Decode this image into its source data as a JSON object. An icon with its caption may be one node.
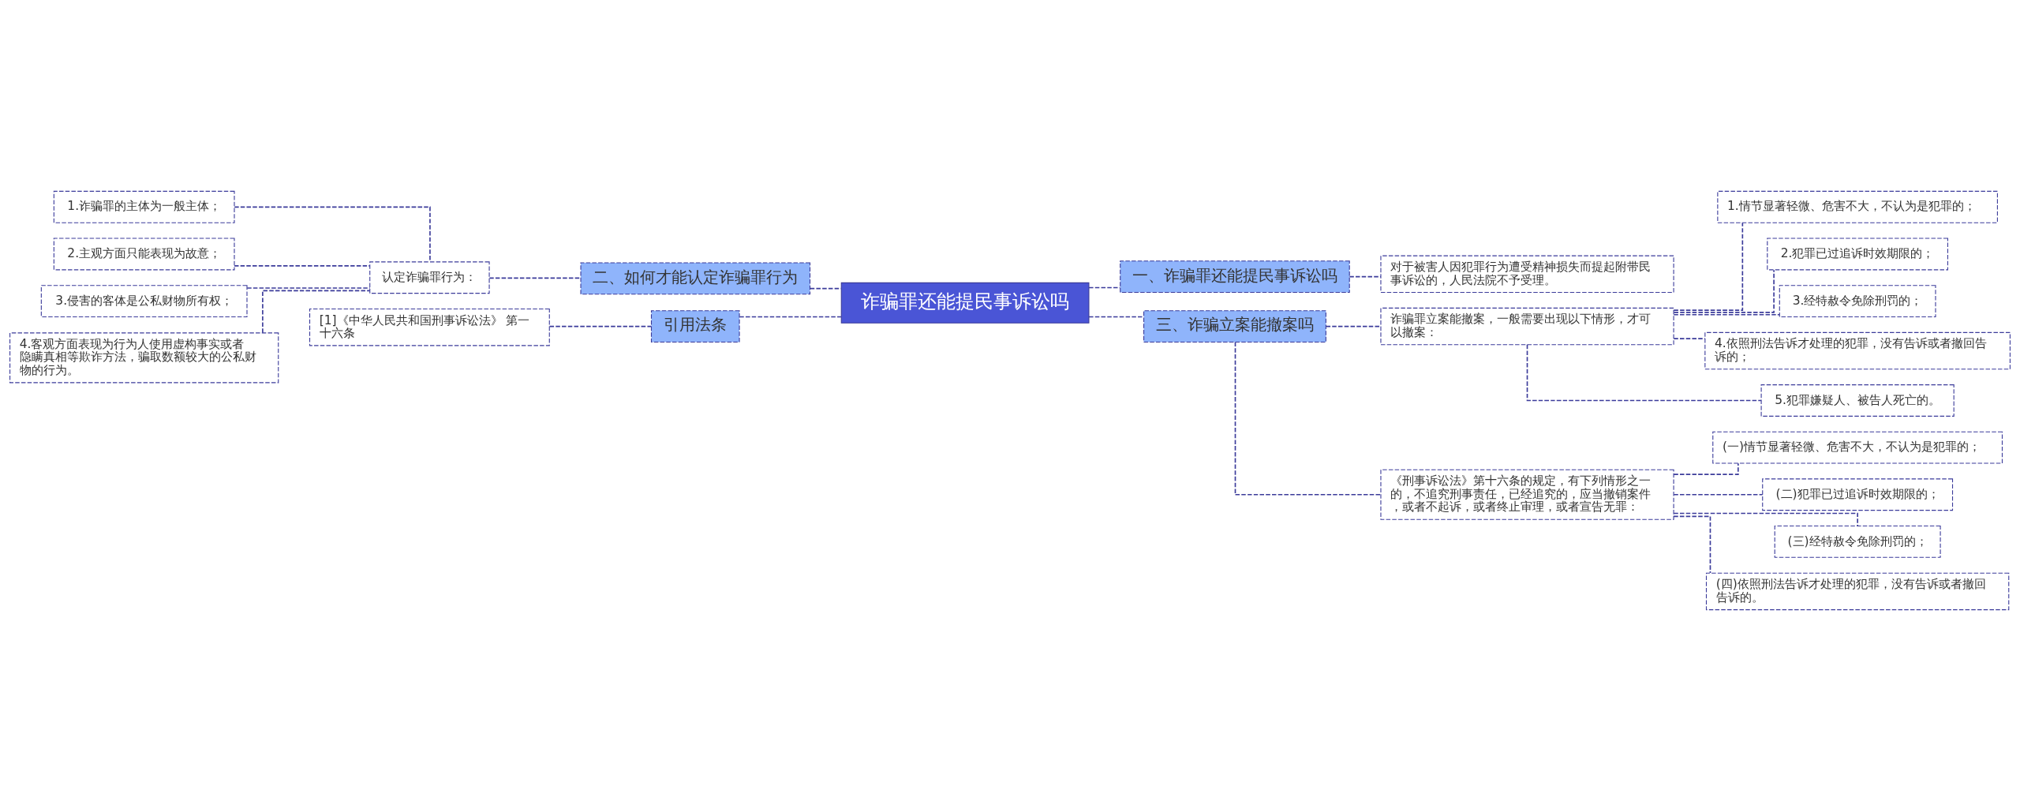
{
  "diagram": {
    "nodes": [
      {
        "text": [
          "诈骗罪还能提民事诉讼吗"
        ]
      },
      {
        "text": [
          "二、如何才能认定诈骗罪行为"
        ]
      },
      {
        "text": [
          "认定诈骗罪行为："
        ]
      },
      {
        "text": [
          "1.诈骗罪的主体为一般主体；"
        ]
      },
      {
        "text": [
          "2.主观方面只能表现为故意；"
        ]
      },
      {
        "text": [
          "3.侵害的客体是公私财物所有权；"
        ]
      },
      {
        "text": [
          "4.客观方面表现为行为人使用虚构事实或者隐瞒真相等欺诈方法，骗取数额较大的公私财物的行为。"
        ]
      },
      {
        "text": [
          "引用法条"
        ]
      },
      {
        "text": [
          "[1]《中华人民共和国刑事诉讼法》 第一十六条"
        ]
      },
      {
        "text": [
          "一、诈骗罪还能提民事诉讼吗"
        ]
      },
      {
        "text": [
          "对于被害人因犯罪行为遭受精神损失而提起附带民事诉讼的，人民法院不予受理。"
        ]
      },
      {
        "text": [
          "三、诈骗立案能撤案吗"
        ]
      },
      {
        "text": [
          "诈骗罪立案能撤案，一般需要出现以下情形，才可以撤案："
        ]
      },
      {
        "text": [
          "1.情节显著轻微、危害不大，不认为是犯罪的；"
        ]
      },
      {
        "text": [
          "2.犯罪已过追诉时效期限的；"
        ]
      },
      {
        "text": [
          "3.经特赦令免除刑罚的；"
        ]
      },
      {
        "text": [
          "4.依照刑法告诉才处理的犯罪，没有告诉或者撤回告诉的；"
        ]
      },
      {
        "text": [
          "5.犯罪嫌疑人、被告人死亡的。"
        ]
      },
      {
        "text": [
          "《刑事诉讼法》第十六条的规定，有下列情形之一的，不追究刑事责任，已经追究的，应当撤销案件，或者不起诉，或者终止审理，或者宣告无罪："
        ]
      },
      {
        "text": [
          "(一)情节显著轻微、危害不大，不认为是犯罪的；"
        ]
      },
      {
        "text": [
          "(二)犯罪已过追诉时效期限的；"
        ]
      },
      {
        "text": [
          "(三)经特赦令免除刑罚的；"
        ]
      },
      {
        "text": [
          "(四)依照刑法告诉才处理的犯罪，没有告诉或者撤回告诉的。"
        ]
      }
    ],
    "edges": [
      {
        "from": 0,
        "to": 1,
        "arrow": "none",
        "style": "dashed"
      },
      {
        "from": 1,
        "to": 2,
        "arrow": "none",
        "style": "dashed"
      },
      {
        "from": 2,
        "to": 3,
        "arrow": "none",
        "style": "dashed"
      },
      {
        "from": 2,
        "to": 4,
        "arrow": "none",
        "style": "dashed"
      },
      {
        "from": 2,
        "to": 5,
        "arrow": "none",
        "style": "dashed"
      },
      {
        "from": 2,
        "to": 6,
        "arrow": "none",
        "style": "dashed"
      },
      {
        "from": 0,
        "to": 7,
        "arrow": "none",
        "style": "dashed"
      },
      {
        "from": 7,
        "to": 8,
        "arrow": "none",
        "style": "dashed"
      },
      {
        "from": 0,
        "to": 9,
        "arrow": "none",
        "style": "dashed"
      },
      {
        "from": 9,
        "to": 10,
        "arrow": "none",
        "style": "dashed"
      },
      {
        "from": 0,
        "to": 11,
        "arrow": "none",
        "style": "dashed"
      },
      {
        "from": 11,
        "to": 12,
        "arrow": "none",
        "style": "dashed"
      },
      {
        "from": 12,
        "to": 13,
        "arrow": "none",
        "style": "dashed"
      },
      {
        "from": 12,
        "to": 14,
        "arrow": "none",
        "style": "dashed"
      },
      {
        "from": 12,
        "to": 15,
        "arrow": "none",
        "style": "dashed"
      },
      {
        "from": 12,
        "to": 16,
        "arrow": "none",
        "style": "dashed"
      },
      {
        "from": 12,
        "to": 17,
        "arrow": "none",
        "style": "dashed"
      },
      {
        "from": 11,
        "to": 18,
        "arrow": "none",
        "style": "dashed"
      },
      {
        "from": 18,
        "to": 19,
        "arrow": "none",
        "style": "dashed"
      },
      {
        "from": 18,
        "to": 20,
        "arrow": "none",
        "style": "dashed"
      },
      {
        "from": 18,
        "to": 21,
        "arrow": "none",
        "style": "dashed"
      },
      {
        "from": 18,
        "to": 22,
        "arrow": "none",
        "style": "dashed"
      }
    ]
  }
}
